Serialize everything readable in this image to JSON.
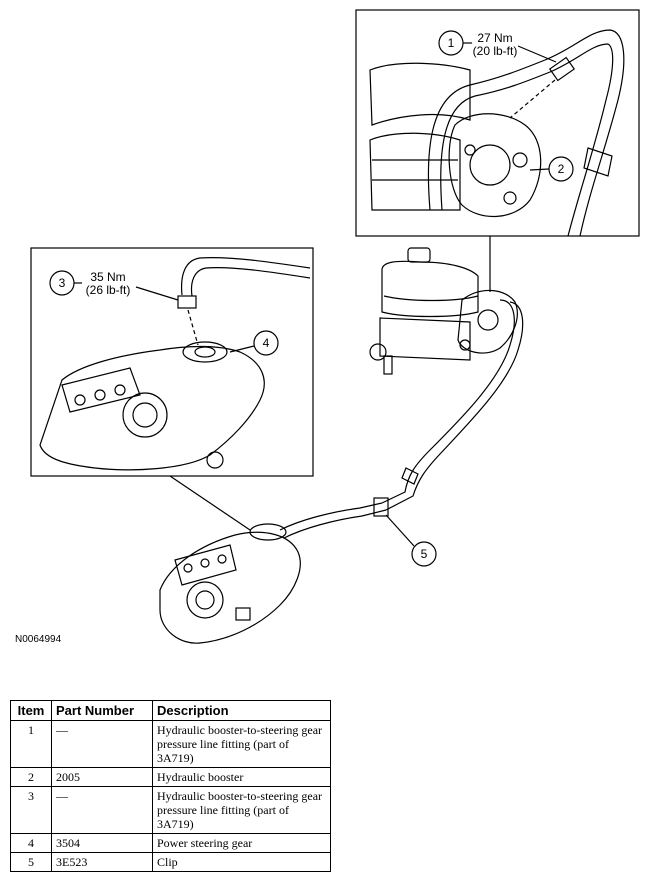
{
  "figure": {
    "id": "N0064994",
    "callouts": [
      {
        "num": "1",
        "torque_nm": "27 Nm",
        "torque_lbft": "(20 lb-ft)"
      },
      {
        "num": "2"
      },
      {
        "num": "3",
        "torque_nm": "35 Nm",
        "torque_lbft": "(26 lb-ft)"
      },
      {
        "num": "4"
      },
      {
        "num": "5"
      }
    ]
  },
  "table": {
    "headers": {
      "item": "Item",
      "part": "Part Number",
      "desc": "Description"
    },
    "rows": [
      {
        "item": "1",
        "part": "—",
        "desc": "Hydraulic booster-to-steering gear pressure line fitting (part of 3A719)"
      },
      {
        "item": "2",
        "part": "2005",
        "desc": "Hydraulic booster"
      },
      {
        "item": "3",
        "part": "—",
        "desc": "Hydraulic booster-to-steering gear pressure line fitting (part of 3A719)"
      },
      {
        "item": "4",
        "part": "3504",
        "desc": "Power steering gear"
      },
      {
        "item": "5",
        "part": "3E523",
        "desc": "Clip"
      }
    ]
  }
}
